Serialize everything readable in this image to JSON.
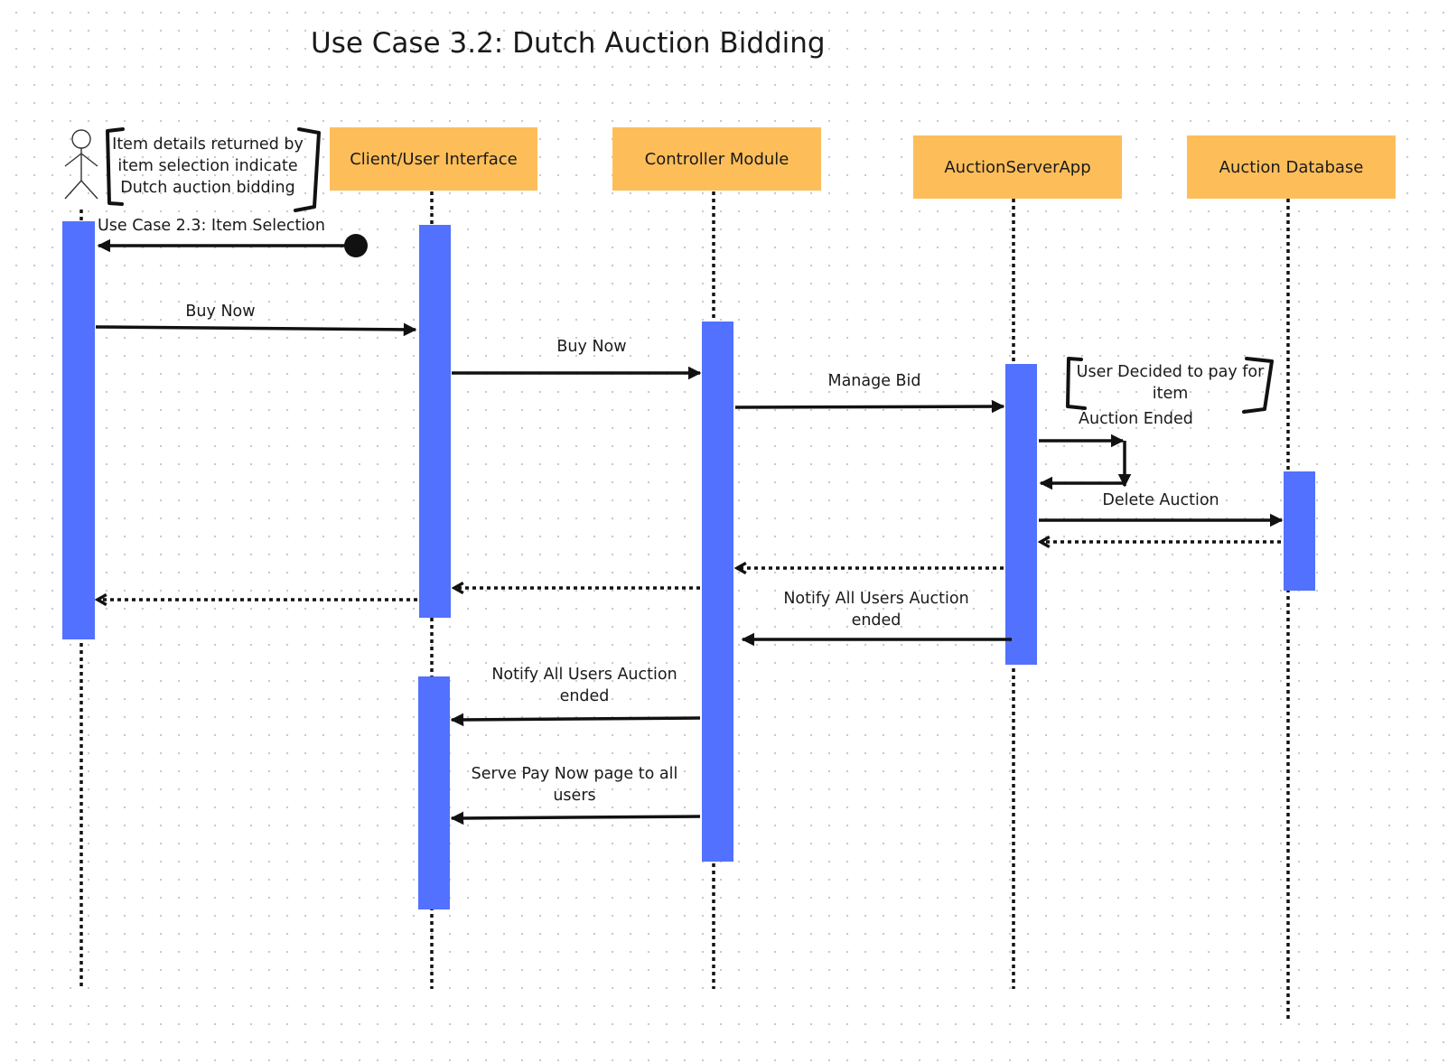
{
  "title": "Use Case 3.2: Dutch Auction Bidding",
  "actor_note": [
    "Item details returned by",
    "item selection indicate",
    "Dutch auction bidding"
  ],
  "participants": [
    {
      "id": "client",
      "label": "Client/User Interface"
    },
    {
      "id": "controller",
      "label": "Controller Module"
    },
    {
      "id": "server",
      "label": "AuctionServerApp"
    },
    {
      "id": "database",
      "label": "Auction Database"
    }
  ],
  "server_note": [
    "User Decided to pay for",
    "item"
  ],
  "messages": {
    "item_selection": "Use Case 2.3: Item Selection",
    "buy_now_1": "Buy Now",
    "buy_now_2": "Buy Now",
    "manage_bid": "Manage Bid",
    "auction_ended": "Auction Ended",
    "delete_auction": "Delete Auction",
    "notify_controller": [
      "Notify All Users Auction",
      "ended"
    ],
    "notify_client": [
      "Notify All Users Auction",
      "ended"
    ],
    "serve_pay_now": [
      "Serve Pay Now page to all",
      "users"
    ]
  },
  "colors": {
    "participant_fill": "#fdbe5a",
    "activation_fill": "#5271ff",
    "line": "#111111"
  }
}
